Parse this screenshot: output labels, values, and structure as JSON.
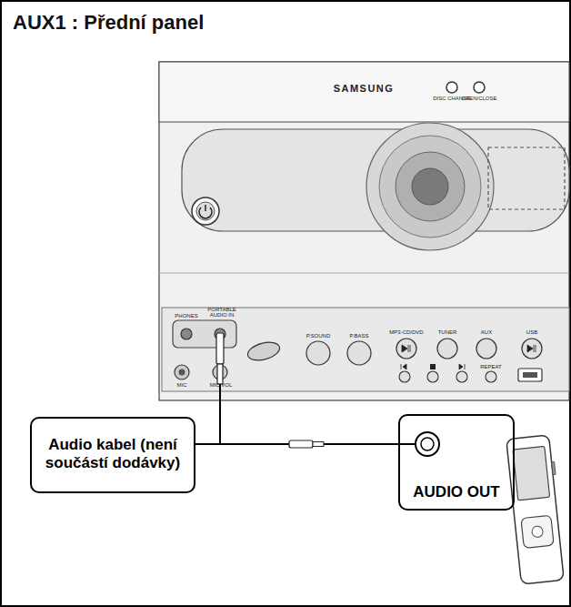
{
  "diagram": {
    "title": "AUX1 : Přední panel",
    "nodes": [
      {
        "text": [
          "Audio kabel (není součástí dodávky)"
        ]
      },
      {
        "text": [
          "AUDIO OUT"
        ]
      }
    ],
    "labels": [
      "SAMSUNG",
      "DISC CHANGE",
      "OPEN/CLOSE",
      "PHONES",
      "PORTABLE AUDIO IN",
      "MIC",
      "MIC VOL",
      "P.SOUND",
      "P.BASS",
      "MP3-CD/DVD",
      "TUNER",
      "AUX",
      "USB",
      "REPEAT"
    ]
  }
}
